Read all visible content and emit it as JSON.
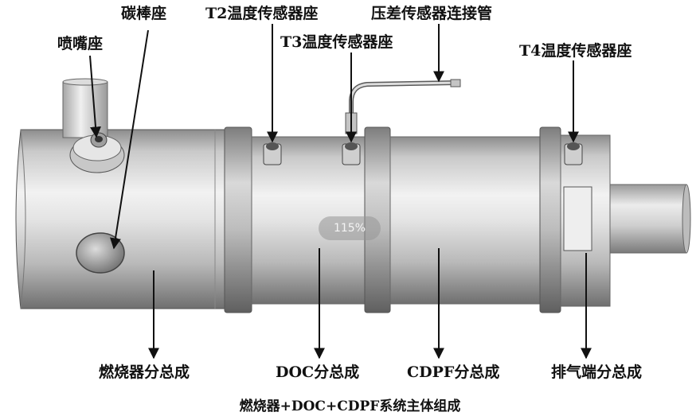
{
  "labels": {
    "carbon_rod_seat": "碳棒座",
    "t2_sensor_seat": "T2温度传感器座",
    "pressure_tube": "压差传感器连接管",
    "nozzle_seat": "喷嘴座",
    "t3_sensor_seat": "T3温度传感器座",
    "t4_sensor_seat": "T4温度传感器座",
    "burner_assembly": "燃烧器分总成",
    "doc_assembly": "DOC分总成",
    "cdpf_assembly": "CDPF分总成",
    "exhaust_assembly": "排气端分总成"
  },
  "zoom_indicator": "115%",
  "caption": "燃烧器+DOC+CDPF系统主体组成"
}
